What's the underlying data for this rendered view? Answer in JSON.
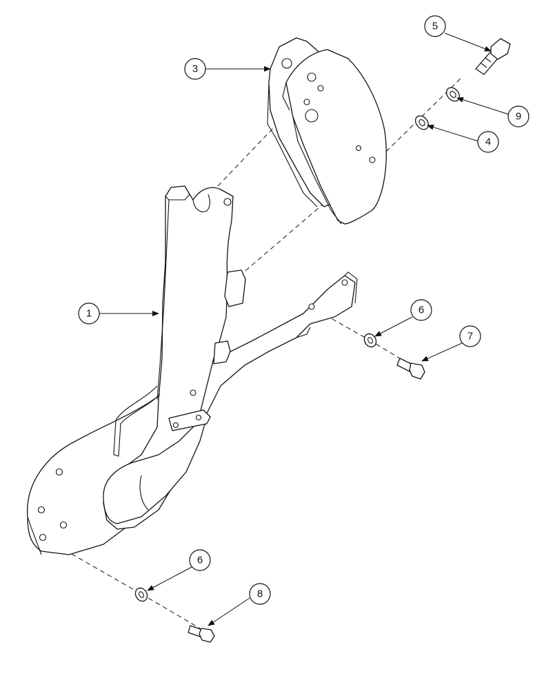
{
  "callouts": [
    {
      "id": "c3",
      "text": "3"
    },
    {
      "id": "c5",
      "text": "5"
    },
    {
      "id": "c9",
      "text": "9"
    },
    {
      "id": "c4",
      "text": "4"
    },
    {
      "id": "c1",
      "text": "1"
    },
    {
      "id": "c6a",
      "text": "6"
    },
    {
      "id": "c7",
      "text": "7"
    },
    {
      "id": "c6b",
      "text": "6"
    },
    {
      "id": "c8",
      "text": "8"
    }
  ]
}
